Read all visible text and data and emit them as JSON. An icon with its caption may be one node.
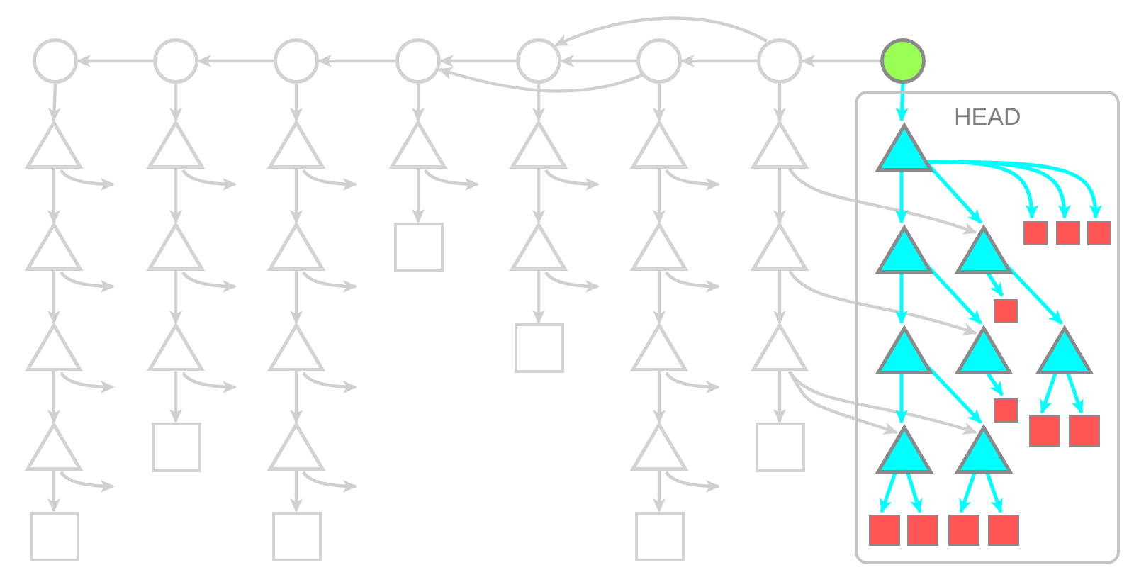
{
  "diagram": {
    "nodes": [
      {
        "text": [],
        "shape": "circle"
      },
      {
        "text": [],
        "shape": "circle"
      },
      {
        "text": [],
        "shape": "circle"
      },
      {
        "text": [],
        "shape": "circle"
      },
      {
        "text": [],
        "shape": "circle"
      },
      {
        "text": [],
        "shape": "circle"
      },
      {
        "text": [],
        "shape": "circle"
      },
      {
        "text": [],
        "shape": "circle"
      },
      {
        "text": [],
        "shape": "triangle"
      },
      {
        "text": [],
        "shape": "triangle"
      },
      {
        "text": [],
        "shape": "triangle"
      },
      {
        "text": [],
        "shape": "triangle"
      },
      {
        "text": [],
        "shape": "box"
      },
      {
        "text": [],
        "shape": "triangle"
      },
      {
        "text": [],
        "shape": "triangle"
      },
      {
        "text": [],
        "shape": "triangle"
      },
      {
        "text": [],
        "shape": "box"
      },
      {
        "text": [],
        "shape": "triangle"
      },
      {
        "text": [],
        "shape": "triangle"
      },
      {
        "text": [],
        "shape": "triangle"
      },
      {
        "text": [],
        "shape": "triangle"
      },
      {
        "text": [],
        "shape": "box"
      },
      {
        "text": [],
        "shape": "triangle"
      },
      {
        "text": [],
        "shape": "box"
      },
      {
        "text": [],
        "shape": "triangle"
      },
      {
        "text": [],
        "shape": "triangle"
      },
      {
        "text": [],
        "shape": "box"
      },
      {
        "text": [],
        "shape": "triangle"
      },
      {
        "text": [],
        "shape": "triangle"
      },
      {
        "text": [],
        "shape": "triangle"
      },
      {
        "text": [],
        "shape": "triangle"
      },
      {
        "text": [],
        "shape": "box"
      },
      {
        "text": [],
        "shape": "triangle"
      },
      {
        "text": [],
        "shape": "triangle"
      },
      {
        "text": [],
        "shape": "triangle"
      },
      {
        "text": [],
        "shape": "box"
      },
      {
        "text": [
          "HEAD"
        ]
      },
      {
        "text": [],
        "shape": "triangle",
        "in": 36
      },
      {
        "text": [],
        "shape": "triangle",
        "in": 36
      },
      {
        "text": [],
        "shape": "triangle",
        "in": 36
      },
      {
        "text": [],
        "shape": "triangle",
        "in": 36
      },
      {
        "text": [],
        "shape": "triangle",
        "in": 36
      },
      {
        "text": [],
        "shape": "triangle",
        "in": 36
      },
      {
        "text": [],
        "shape": "triangle",
        "in": 36
      },
      {
        "text": [],
        "shape": "triangle",
        "in": 36
      },
      {
        "text": [],
        "shape": "box",
        "in": 36
      },
      {
        "text": [],
        "shape": "box",
        "in": 36
      },
      {
        "text": [],
        "shape": "box",
        "in": 36
      },
      {
        "text": [],
        "shape": "box",
        "in": 36
      },
      {
        "text": [],
        "shape": "box",
        "in": 36
      },
      {
        "text": [],
        "shape": "box",
        "in": 36
      },
      {
        "text": [],
        "shape": "box",
        "in": 36
      },
      {
        "text": [],
        "shape": "box",
        "in": 36
      },
      {
        "text": [],
        "shape": "box",
        "in": 36
      },
      {
        "text": [],
        "shape": "box",
        "in": 36
      },
      {
        "text": [],
        "shape": "box",
        "in": 36
      }
    ],
    "edges": [
      {
        "from": 1,
        "to": 0,
        "arrow": "to"
      },
      {
        "from": 2,
        "to": 1,
        "arrow": "to"
      },
      {
        "from": 3,
        "to": 2,
        "arrow": "to"
      },
      {
        "from": 4,
        "to": 3,
        "arrow": "to"
      },
      {
        "from": 5,
        "to": 4,
        "arrow": "to"
      },
      {
        "from": 6,
        "to": 5,
        "arrow": "to"
      },
      {
        "from": 7,
        "to": 6,
        "arrow": "to"
      },
      {
        "from": 6,
        "to": 4,
        "arrow": "to"
      },
      {
        "from": 5,
        "to": 3,
        "arrow": "to"
      },
      {
        "from": 0,
        "to": 8,
        "arrow": "to"
      },
      {
        "from": 1,
        "to": 13,
        "arrow": "to"
      },
      {
        "from": 2,
        "to": 17,
        "arrow": "to"
      },
      {
        "from": 3,
        "to": 22,
        "arrow": "to"
      },
      {
        "from": 4,
        "to": 24,
        "arrow": "to"
      },
      {
        "from": 5,
        "to": 27,
        "arrow": "to"
      },
      {
        "from": 6,
        "to": 32,
        "arrow": "to"
      },
      {
        "from": 7,
        "to": 37,
        "arrow": "to",
        "color": "#00ffff"
      },
      {
        "from": 8,
        "to": 9,
        "arrow": "to"
      },
      {
        "from": 9,
        "to": 10,
        "arrow": "to"
      },
      {
        "from": 10,
        "to": 11,
        "arrow": "to"
      },
      {
        "from": 11,
        "to": 12,
        "arrow": "to"
      },
      {
        "from": 13,
        "to": 14,
        "arrow": "to"
      },
      {
        "from": 14,
        "to": 15,
        "arrow": "to"
      },
      {
        "from": 15,
        "to": 16,
        "arrow": "to"
      },
      {
        "from": 17,
        "to": 18,
        "arrow": "to"
      },
      {
        "from": 18,
        "to": 19,
        "arrow": "to"
      },
      {
        "from": 19,
        "to": 20,
        "arrow": "to"
      },
      {
        "from": 20,
        "to": 21,
        "arrow": "to"
      },
      {
        "from": 22,
        "to": 23,
        "arrow": "to"
      },
      {
        "from": 24,
        "to": 25,
        "arrow": "to"
      },
      {
        "from": 25,
        "to": 26,
        "arrow": "to"
      },
      {
        "from": 27,
        "to": 28,
        "arrow": "to"
      },
      {
        "from": 28,
        "to": 29,
        "arrow": "to"
      },
      {
        "from": 29,
        "to": 30,
        "arrow": "to"
      },
      {
        "from": 30,
        "to": 31,
        "arrow": "to"
      },
      {
        "from": 32,
        "to": 33,
        "arrow": "to"
      },
      {
        "from": 33,
        "to": 34,
        "arrow": "to"
      },
      {
        "from": 34,
        "to": 35,
        "arrow": "to"
      },
      {
        "from": 8,
        "to": null,
        "arrow": "to"
      },
      {
        "from": 9,
        "to": null,
        "arrow": "to"
      },
      {
        "from": 10,
        "to": null,
        "arrow": "to"
      },
      {
        "from": 11,
        "to": null,
        "arrow": "to"
      },
      {
        "from": 13,
        "to": null,
        "arrow": "to"
      },
      {
        "from": 14,
        "to": null,
        "arrow": "to"
      },
      {
        "from": 15,
        "to": null,
        "arrow": "to"
      },
      {
        "from": 17,
        "to": null,
        "arrow": "to"
      },
      {
        "from": 18,
        "to": null,
        "arrow": "to"
      },
      {
        "from": 19,
        "to": null,
        "arrow": "to"
      },
      {
        "from": 20,
        "to": null,
        "arrow": "to"
      },
      {
        "from": 22,
        "to": null,
        "arrow": "to"
      },
      {
        "from": 24,
        "to": null,
        "arrow": "to"
      },
      {
        "from": 25,
        "to": null,
        "arrow": "to"
      },
      {
        "from": 27,
        "to": null,
        "arrow": "to"
      },
      {
        "from": 28,
        "to": null,
        "arrow": "to"
      },
      {
        "from": 29,
        "to": null,
        "arrow": "to"
      },
      {
        "from": 30,
        "to": null,
        "arrow": "to"
      },
      {
        "from": 32,
        "to": 39,
        "arrow": "to"
      },
      {
        "from": 33,
        "to": 41,
        "arrow": "to"
      },
      {
        "from": 34,
        "to": 43,
        "arrow": "to"
      },
      {
        "from": 34,
        "to": 44,
        "arrow": "to"
      },
      {
        "from": 37,
        "to": 38,
        "arrow": "to",
        "color": "#00ffff"
      },
      {
        "from": 37,
        "to": 39,
        "arrow": "to",
        "color": "#00ffff"
      },
      {
        "from": 37,
        "to": 45,
        "arrow": "to",
        "color": "#00ffff"
      },
      {
        "from": 37,
        "to": 46,
        "arrow": "to",
        "color": "#00ffff"
      },
      {
        "from": 37,
        "to": 47,
        "arrow": "to",
        "color": "#00ffff"
      },
      {
        "from": 38,
        "to": 40,
        "arrow": "to",
        "color": "#00ffff"
      },
      {
        "from": 38,
        "to": 41,
        "arrow": "to",
        "color": "#00ffff"
      },
      {
        "from": 39,
        "to": 48,
        "arrow": "to",
        "color": "#00ffff"
      },
      {
        "from": 39,
        "to": 42,
        "arrow": "to",
        "color": "#00ffff"
      },
      {
        "from": 40,
        "to": 43,
        "arrow": "to",
        "color": "#00ffff"
      },
      {
        "from": 40,
        "to": 44,
        "arrow": "to",
        "color": "#00ffff"
      },
      {
        "from": 41,
        "to": 49,
        "arrow": "to",
        "color": "#00ffff"
      },
      {
        "from": 42,
        "to": 50,
        "arrow": "to",
        "color": "#00ffff"
      },
      {
        "from": 42,
        "to": 51,
        "arrow": "to",
        "color": "#00ffff"
      },
      {
        "from": 43,
        "to": 52,
        "arrow": "to",
        "color": "#00ffff"
      },
      {
        "from": 43,
        "to": 53,
        "arrow": "to",
        "color": "#00ffff"
      },
      {
        "from": 44,
        "to": 54,
        "arrow": "to",
        "color": "#00ffff"
      },
      {
        "from": 44,
        "to": 55,
        "arrow": "to",
        "color": "#00ffff"
      }
    ]
  }
}
